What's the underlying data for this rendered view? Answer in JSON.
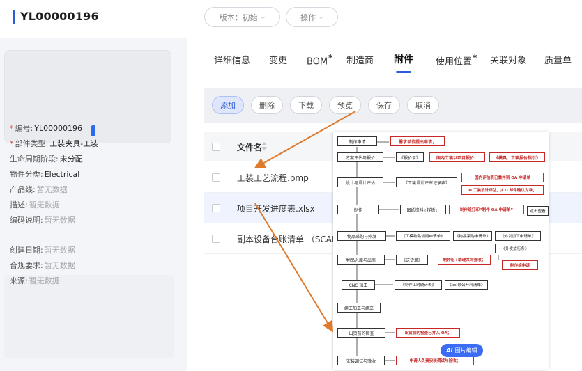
{
  "header": {
    "part_id": "YL00000196",
    "version_label": "版本：初始",
    "operate_label": "操作"
  },
  "tabs": [
    {
      "label": "详细信息",
      "starred": false
    },
    {
      "label": "变更",
      "starred": false
    },
    {
      "label": "BOM",
      "starred": true
    },
    {
      "label": "制造商",
      "starred": false
    },
    {
      "label": "附件",
      "starred": false,
      "active": true
    },
    {
      "label": "使用位置",
      "starred": true
    },
    {
      "label": "关联对象",
      "starred": false
    },
    {
      "label": "质量单",
      "starred": false
    }
  ],
  "toolbar": {
    "add": "添加",
    "delete": "删除",
    "download": "下载",
    "preview": "预览",
    "save": "保存",
    "cancel": "取消"
  },
  "properties": [
    {
      "key": "编号:",
      "value": "YL00000196",
      "required": true,
      "empty": false
    },
    {
      "key": "部件类型:",
      "value": "工装夹具-工装",
      "required": true,
      "empty": false
    },
    {
      "key": "生命周期阶段:",
      "value": "未分配",
      "required": false,
      "empty": false
    },
    {
      "key": "物件分类:",
      "value": "Electrical",
      "required": false,
      "empty": false
    },
    {
      "key": "产品线:",
      "value": "暂无数据",
      "required": false,
      "empty": true
    },
    {
      "key": "描述:",
      "value": "暂无数据",
      "required": false,
      "empty": true
    },
    {
      "key": "编码说明:",
      "value": "暂无数据",
      "required": false,
      "empty": true
    }
  ],
  "properties2": [
    {
      "key": "创建日期:",
      "value": "暂无数据"
    },
    {
      "key": "合规要求:",
      "value": "暂无数据"
    },
    {
      "key": "来源:",
      "value": "暂无数据"
    }
  ],
  "table": {
    "column_file_name": "文件名",
    "rows": [
      {
        "file_name": "工装工艺流程.bmp",
        "selected": false
      },
      {
        "file_name": "项目开发进度表.xlsx",
        "selected": true
      },
      {
        "file_name": "副本设备台账清单 （SCADA）",
        "selected": false
      }
    ]
  },
  "flowchart": {
    "steps": [
      "制作申请",
      "方案评估与报价",
      "设计与设计评估",
      "制作",
      "物品采购与外发",
      "物品入库与出库",
      "CNC 加工",
      "组工加工与组立",
      "出货前的检查",
      "安装调试与验收"
    ],
    "docs": {
      "d1": "需求单位提出申请；",
      "d2a": "《报价单》",
      "d2b": "国内工装以项目报价；",
      "d2c": "《模具、工装报价指引》",
      "d3a": "《工装设计评审记录表》",
      "d3b": "国内评估表已兼并到 OA 申请单",
      "d3c": "D 工装设计评估, 以 D 邮件确认为准；",
      "d4a": "图纸资料+样板；",
      "d4b": "制作组打印“制作 OA 申请单”",
      "d4c": "点击查看",
      "d5a": "《工模物品领用申请单》",
      "d5b": "《物品采购申请单》",
      "d5c": "《外发加工申请单》",
      "d5d": "《外发放行条》",
      "d5e": "制作组申请",
      "d6a": "《送货单》",
      "d6b": "制作组+助理共同签收；",
      "d7a": "《制作工时统计表》",
      "d7b": "《xx 领公开料清单》",
      "d9": "出货前的检查已并入 OA；",
      "d10": "申请人负责安装调试与验收；"
    },
    "ai_badge": "图片编辑",
    "ai_mark": "AI"
  },
  "colors": {
    "accent": "#2b5cd8",
    "annotation_arrow": "#e07b2e",
    "required": "#e4393c"
  }
}
